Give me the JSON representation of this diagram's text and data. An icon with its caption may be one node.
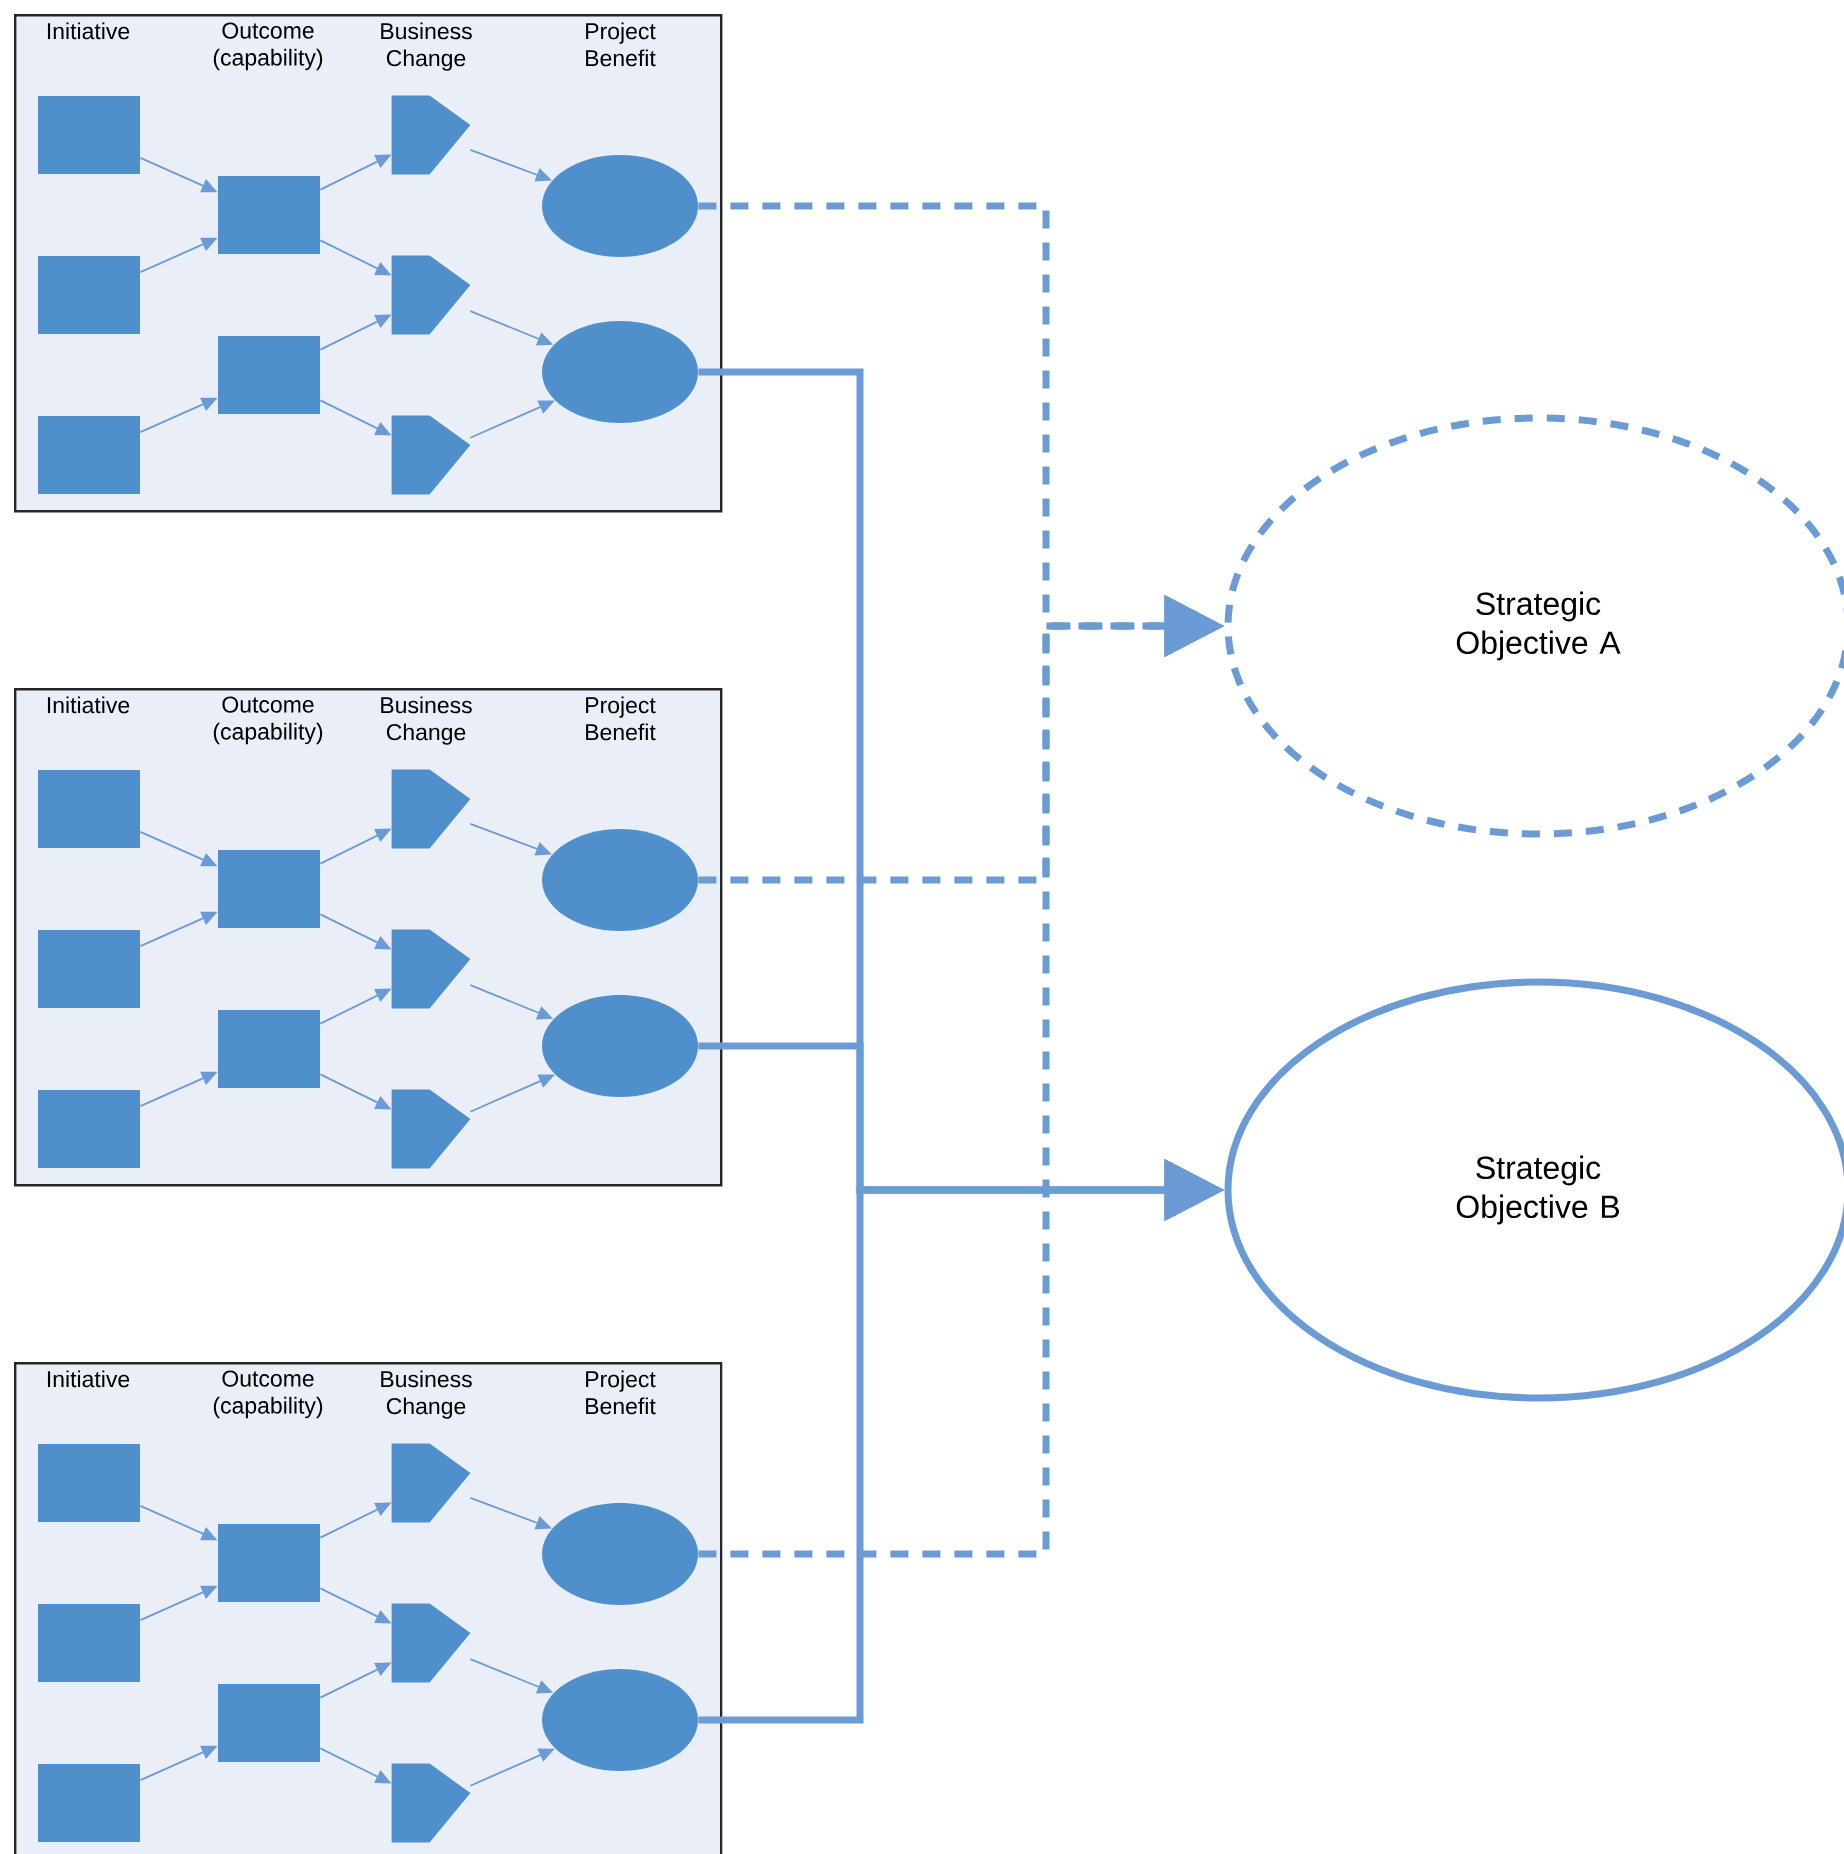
{
  "diagram": {
    "nodes": [
      {
        "text": [
          "Initiative",
          "Outcome (capability)",
          "Business Change",
          "Project Benefit"
        ]
      },
      {
        "text": [],
        "shape": "box",
        "in": 0
      },
      {
        "text": [],
        "shape": "box",
        "in": 0
      },
      {
        "text": [],
        "shape": "box",
        "in": 0
      },
      {
        "text": [],
        "shape": "box",
        "in": 0
      },
      {
        "text": [],
        "shape": "box",
        "in": 0
      },
      {
        "text": [],
        "shape": "pentagon",
        "in": 0
      },
      {
        "text": [],
        "shape": "pentagon",
        "in": 0
      },
      {
        "text": [],
        "shape": "pentagon",
        "in": 0
      },
      {
        "text": [],
        "shape": "ellipse",
        "in": 0
      },
      {
        "text": [],
        "shape": "ellipse",
        "in": 0
      },
      {
        "text": [
          "Initiative",
          "Outcome (capability)",
          "Business Change",
          "Project Benefit"
        ]
      },
      {
        "text": [],
        "shape": "box",
        "in": 11
      },
      {
        "text": [],
        "shape": "box",
        "in": 11
      },
      {
        "text": [],
        "shape": "box",
        "in": 11
      },
      {
        "text": [],
        "shape": "box",
        "in": 11
      },
      {
        "text": [],
        "shape": "box",
        "in": 11
      },
      {
        "text": [],
        "shape": "pentagon",
        "in": 11
      },
      {
        "text": [],
        "shape": "pentagon",
        "in": 11
      },
      {
        "text": [],
        "shape": "pentagon",
        "in": 11
      },
      {
        "text": [],
        "shape": "ellipse",
        "in": 11
      },
      {
        "text": [],
        "shape": "ellipse",
        "in": 11
      },
      {
        "text": [
          "Initiative",
          "Outcome (capability)",
          "Business Change",
          "Project Benefit"
        ]
      },
      {
        "text": [],
        "shape": "box",
        "in": 22
      },
      {
        "text": [],
        "shape": "box",
        "in": 22
      },
      {
        "text": [],
        "shape": "box",
        "in": 22
      },
      {
        "text": [],
        "shape": "box",
        "in": 22
      },
      {
        "text": [],
        "shape": "box",
        "in": 22
      },
      {
        "text": [],
        "shape": "pentagon",
        "in": 22
      },
      {
        "text": [],
        "shape": "pentagon",
        "in": 22
      },
      {
        "text": [],
        "shape": "pentagon",
        "in": 22
      },
      {
        "text": [],
        "shape": "ellipse",
        "in": 22
      },
      {
        "text": [],
        "shape": "ellipse",
        "in": 22
      },
      {
        "text": [
          "Strategic Objective A"
        ]
      },
      {
        "text": [
          "Strategic Objective B"
        ]
      }
    ],
    "edges": [
      {
        "from": 1,
        "to": 4,
        "arrow": "to"
      },
      {
        "from": 2,
        "to": 4,
        "arrow": "to"
      },
      {
        "from": 3,
        "to": 5,
        "arrow": "to"
      },
      {
        "from": 4,
        "to": 6,
        "arrow": "to"
      },
      {
        "from": 4,
        "to": 7,
        "arrow": "to"
      },
      {
        "from": 5,
        "to": 7,
        "arrow": "to"
      },
      {
        "from": 5,
        "to": 8,
        "arrow": "to"
      },
      {
        "from": 6,
        "to": 9,
        "arrow": "to"
      },
      {
        "from": 7,
        "to": 10,
        "arrow": "to"
      },
      {
        "from": 8,
        "to": 10,
        "arrow": "to"
      },
      {
        "from": 12,
        "to": 15,
        "arrow": "to"
      },
      {
        "from": 13,
        "to": 15,
        "arrow": "to"
      },
      {
        "from": 14,
        "to": 16,
        "arrow": "to"
      },
      {
        "from": 15,
        "to": 17,
        "arrow": "to"
      },
      {
        "from": 15,
        "to": 18,
        "arrow": "to"
      },
      {
        "from": 16,
        "to": 18,
        "arrow": "to"
      },
      {
        "from": 16,
        "to": 19,
        "arrow": "to"
      },
      {
        "from": 17,
        "to": 20,
        "arrow": "to"
      },
      {
        "from": 18,
        "to": 21,
        "arrow": "to"
      },
      {
        "from": 19,
        "to": 21,
        "arrow": "to"
      },
      {
        "from": 23,
        "to": 26,
        "arrow": "to"
      },
      {
        "from": 24,
        "to": 26,
        "arrow": "to"
      },
      {
        "from": 25,
        "to": 27,
        "arrow": "to"
      },
      {
        "from": 26,
        "to": 28,
        "arrow": "to"
      },
      {
        "from": 26,
        "to": 29,
        "arrow": "to"
      },
      {
        "from": 27,
        "to": 29,
        "arrow": "to"
      },
      {
        "from": 27,
        "to": 30,
        "arrow": "to"
      },
      {
        "from": 28,
        "to": 31,
        "arrow": "to"
      },
      {
        "from": 29,
        "to": 32,
        "arrow": "to"
      },
      {
        "from": 30,
        "to": 32,
        "arrow": "to"
      },
      {
        "from": 9,
        "to": 33,
        "arrow": "to",
        "style": "dashed"
      },
      {
        "from": 20,
        "to": 33,
        "arrow": "to",
        "style": "dashed"
      },
      {
        "from": 31,
        "to": 33,
        "arrow": "to",
        "style": "dashed"
      },
      {
        "from": 10,
        "to": 34,
        "arrow": "to",
        "style": "thick"
      },
      {
        "from": 21,
        "to": 34,
        "arrow": "to",
        "style": "thick"
      },
      {
        "from": 32,
        "to": 34,
        "arrow": "to",
        "style": "thick"
      }
    ]
  }
}
